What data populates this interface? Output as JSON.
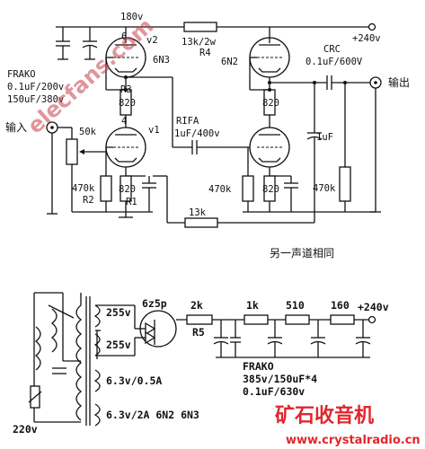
{
  "amp": {
    "supply_top": "180v",
    "supply_out": "+240v",
    "r4_value": "13k/2w",
    "r4_label": "R4",
    "v2_label": "v2",
    "v2_pin": "6",
    "v1_label": "v1",
    "v1_pin": "4",
    "tube_6n3": "6N3",
    "tube_6n2": "6N2",
    "r3_label": "R3",
    "r3_value": "820",
    "frako_1": "FRAKO",
    "frako_2": "0.1uF/200v",
    "frako_3": "150uF/380v",
    "crc_1": "CRC",
    "crc_2": "0.1uF/600V",
    "out_label": "输出",
    "in_label": "输入",
    "pot_value": "50k",
    "rifa_1": "RIFA",
    "rifa_2": "1uF/400v",
    "cap_1uf": "1uF",
    "r_820_top": "820",
    "r_470k_r2": "470k",
    "r2_label": "R2",
    "r_820_r1": "820",
    "r1_label": "R1",
    "r_470k_mid": "470k",
    "r_820_mid": "820",
    "r_470k_out": "470k",
    "r_13k_fb": "13k",
    "note": "另一声道相同"
  },
  "psu": {
    "mains": "220v",
    "sec_255_a": "255v",
    "sec_255_b": "255v",
    "heater_1": "6.3v/0.5A",
    "heater_2": "6.3v/2A 6N2 6N3",
    "rectifier": "6z5p",
    "r5_value": "2k",
    "r5_label": "R5",
    "r_1k": "1k",
    "r_510": "510",
    "r_160": "160",
    "out_v": "+240v",
    "frako_1": "FRAKO",
    "frako_2": "385v/150uF*4",
    "frako_3": "0.1uF/630v"
  },
  "watermark": {
    "site": "elecfans.com",
    "brand": "矿石收音机",
    "url": "www.crystalradio.cn"
  }
}
